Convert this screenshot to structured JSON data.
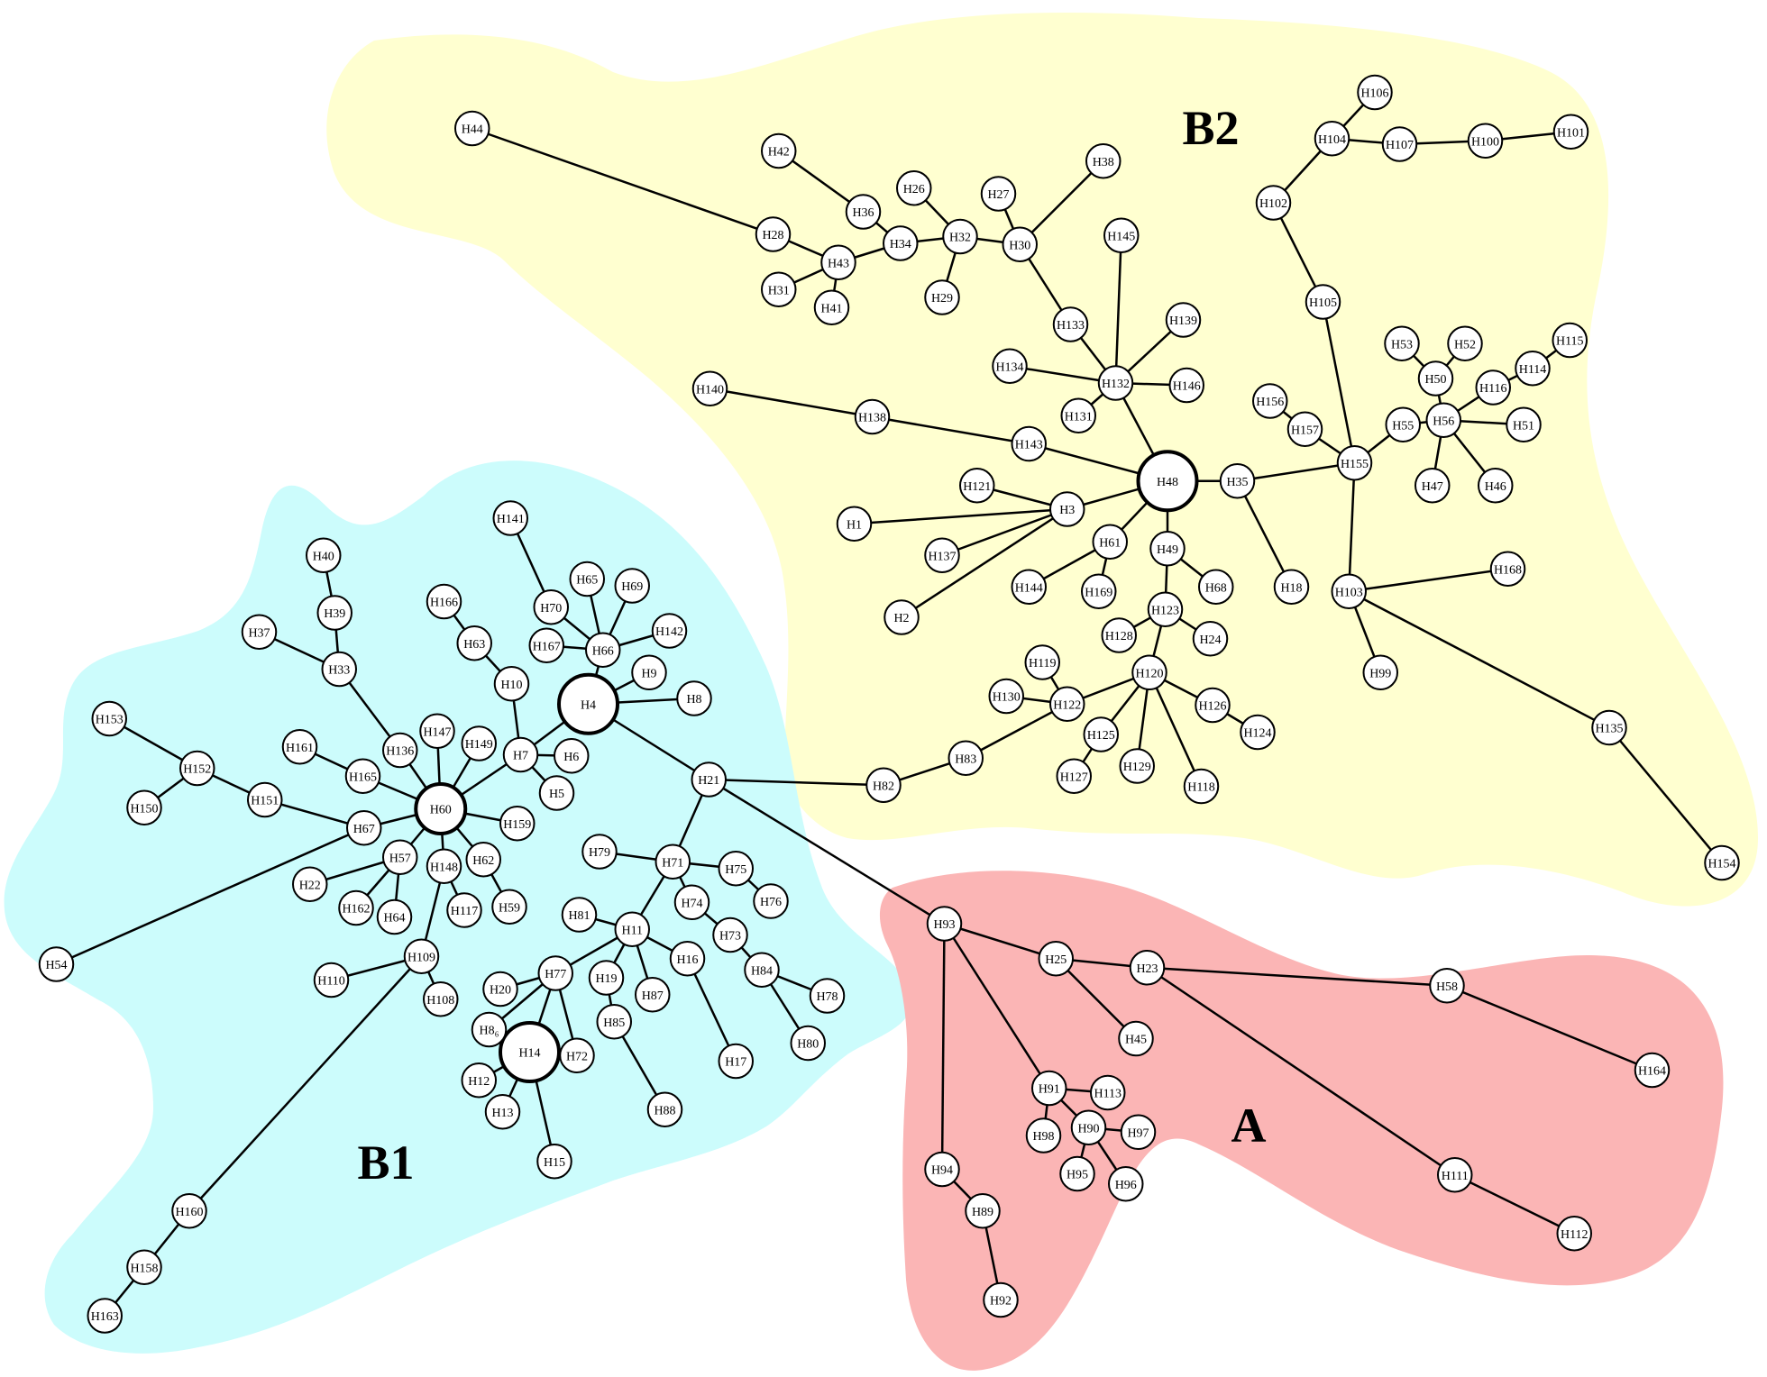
{
  "diagram": {
    "type": "haplotype-network",
    "clusters": [
      {
        "id": "B2",
        "label": "B2",
        "color": "#ffffd0"
      },
      {
        "id": "B1",
        "label": "B1",
        "color": "#ccfcfc"
      },
      {
        "id": "A",
        "label": "A",
        "color": "#fbb5b5"
      }
    ],
    "nodes": [
      {
        "id": "H1",
        "label": "H1"
      },
      {
        "id": "H2",
        "label": "H2"
      },
      {
        "id": "H3",
        "label": "H3"
      },
      {
        "id": "H4",
        "label": "H4"
      },
      {
        "id": "H5",
        "label": "H5"
      },
      {
        "id": "H6",
        "label": "H6"
      },
      {
        "id": "H7",
        "label": "H7"
      },
      {
        "id": "H8",
        "label": "H8"
      },
      {
        "id": "H9",
        "label": "H9"
      },
      {
        "id": "H10",
        "label": "H10"
      },
      {
        "id": "H11",
        "label": "H11"
      },
      {
        "id": "H12",
        "label": "H12"
      },
      {
        "id": "H13",
        "label": "H13"
      },
      {
        "id": "H14",
        "label": "H14"
      },
      {
        "id": "H15",
        "label": "H15"
      },
      {
        "id": "H16",
        "label": "H16"
      },
      {
        "id": "H17",
        "label": "H17"
      },
      {
        "id": "H18",
        "label": "H18"
      },
      {
        "id": "H19",
        "label": "H19"
      },
      {
        "id": "H20",
        "label": "H20"
      },
      {
        "id": "H21",
        "label": "H21"
      },
      {
        "id": "H22",
        "label": "H22"
      },
      {
        "id": "H23",
        "label": "H23"
      },
      {
        "id": "H24",
        "label": "H24"
      },
      {
        "id": "H25",
        "label": "H25"
      },
      {
        "id": "H26",
        "label": "H26"
      },
      {
        "id": "H27",
        "label": "H27"
      },
      {
        "id": "H28",
        "label": "H28"
      },
      {
        "id": "H29",
        "label": "H29"
      },
      {
        "id": "H30",
        "label": "H30"
      },
      {
        "id": "H31",
        "label": "H31"
      },
      {
        "id": "H32",
        "label": "H32"
      },
      {
        "id": "H33",
        "label": "H33"
      },
      {
        "id": "H34",
        "label": "H34"
      },
      {
        "id": "H35",
        "label": "H35"
      },
      {
        "id": "H36",
        "label": "H36"
      },
      {
        "id": "H37",
        "label": "H37"
      },
      {
        "id": "H38",
        "label": "H38"
      },
      {
        "id": "H39",
        "label": "H39"
      },
      {
        "id": "H40",
        "label": "H40"
      },
      {
        "id": "H41",
        "label": "H41"
      },
      {
        "id": "H42",
        "label": "H42"
      },
      {
        "id": "H43",
        "label": "H43"
      },
      {
        "id": "H44",
        "label": "H44"
      },
      {
        "id": "H45",
        "label": "H45"
      },
      {
        "id": "H46",
        "label": "H46"
      },
      {
        "id": "H47",
        "label": "H47"
      },
      {
        "id": "H48",
        "label": "H48"
      },
      {
        "id": "H49",
        "label": "H49"
      },
      {
        "id": "H50",
        "label": "H50"
      },
      {
        "id": "H51",
        "label": "H51"
      },
      {
        "id": "H52",
        "label": "H52"
      },
      {
        "id": "H53",
        "label": "H53"
      },
      {
        "id": "H54",
        "label": "H54"
      },
      {
        "id": "H55",
        "label": "H55"
      },
      {
        "id": "H56",
        "label": "H56"
      },
      {
        "id": "H57",
        "label": "H57"
      },
      {
        "id": "H58",
        "label": "H58"
      },
      {
        "id": "H59",
        "label": "H59"
      },
      {
        "id": "H60",
        "label": "H60"
      },
      {
        "id": "H61",
        "label": "H61"
      },
      {
        "id": "H62",
        "label": "H62"
      },
      {
        "id": "H63",
        "label": "H63"
      },
      {
        "id": "H64",
        "label": "H64"
      },
      {
        "id": "H65",
        "label": "H65"
      },
      {
        "id": "H66",
        "label": "H66"
      },
      {
        "id": "H67",
        "label": "H67"
      },
      {
        "id": "H68",
        "label": "H68"
      },
      {
        "id": "H69",
        "label": "H69"
      },
      {
        "id": "H70",
        "label": "H70"
      },
      {
        "id": "H71",
        "label": "H71"
      },
      {
        "id": "H72",
        "label": "H72"
      },
      {
        "id": "H73",
        "label": "H73"
      },
      {
        "id": "H74",
        "label": "H74"
      },
      {
        "id": "H75",
        "label": "H75"
      },
      {
        "id": "H76",
        "label": "H76"
      },
      {
        "id": "H77",
        "label": "H77"
      },
      {
        "id": "H78",
        "label": "H78"
      },
      {
        "id": "H79",
        "label": "H79"
      },
      {
        "id": "H80",
        "label": "H80"
      },
      {
        "id": "H81",
        "label": "H81"
      },
      {
        "id": "H82",
        "label": "H82"
      },
      {
        "id": "H83",
        "label": "H83"
      },
      {
        "id": "H84",
        "label": "H84"
      },
      {
        "id": "H85",
        "label": "H85"
      },
      {
        "id": "H86",
        "label": "H8₆"
      },
      {
        "id": "H87",
        "label": "H87"
      },
      {
        "id": "H88",
        "label": "H88"
      },
      {
        "id": "H89",
        "label": "H89"
      },
      {
        "id": "H90",
        "label": "H90"
      },
      {
        "id": "H91",
        "label": "H91"
      },
      {
        "id": "H92",
        "label": "H92"
      },
      {
        "id": "H93",
        "label": "H93"
      },
      {
        "id": "H94",
        "label": "H94"
      },
      {
        "id": "H95",
        "label": "H95"
      },
      {
        "id": "H96",
        "label": "H96"
      },
      {
        "id": "H97",
        "label": "H97"
      },
      {
        "id": "H98",
        "label": "H98"
      },
      {
        "id": "H99",
        "label": "H99"
      },
      {
        "id": "H100",
        "label": "H100"
      },
      {
        "id": "H101",
        "label": "H101"
      },
      {
        "id": "H102",
        "label": "H102"
      },
      {
        "id": "H103",
        "label": "H103"
      },
      {
        "id": "H104",
        "label": "H104"
      },
      {
        "id": "H105",
        "label": "H105"
      },
      {
        "id": "H106",
        "label": "H106"
      },
      {
        "id": "H107",
        "label": "H107"
      },
      {
        "id": "H108",
        "label": "H108"
      },
      {
        "id": "H109",
        "label": "H109"
      },
      {
        "id": "H110",
        "label": "H110"
      },
      {
        "id": "H111",
        "label": "H111"
      },
      {
        "id": "H112",
        "label": "H112"
      },
      {
        "id": "H113",
        "label": "H113"
      },
      {
        "id": "H114",
        "label": "H114"
      },
      {
        "id": "H115",
        "label": "H115"
      },
      {
        "id": "H116",
        "label": "H116"
      },
      {
        "id": "H117",
        "label": "H117"
      },
      {
        "id": "H118",
        "label": "H118"
      },
      {
        "id": "H119",
        "label": "H119"
      },
      {
        "id": "H120",
        "label": "H120"
      },
      {
        "id": "H121",
        "label": "H121"
      },
      {
        "id": "H122",
        "label": "H122"
      },
      {
        "id": "H123",
        "label": "H123"
      },
      {
        "id": "H124",
        "label": "H124"
      },
      {
        "id": "H125",
        "label": "H125"
      },
      {
        "id": "H126",
        "label": "H126"
      },
      {
        "id": "H127",
        "label": "H127"
      },
      {
        "id": "H128",
        "label": "H128"
      },
      {
        "id": "H129",
        "label": "H129"
      },
      {
        "id": "H130",
        "label": "H130"
      },
      {
        "id": "H131",
        "label": "H131"
      },
      {
        "id": "H132",
        "label": "H132"
      },
      {
        "id": "H133",
        "label": "H133"
      },
      {
        "id": "H134",
        "label": "H134"
      },
      {
        "id": "H135",
        "label": "H135"
      },
      {
        "id": "H136",
        "label": "H136"
      },
      {
        "id": "H137",
        "label": "H137"
      },
      {
        "id": "H138",
        "label": "H138"
      },
      {
        "id": "H139",
        "label": "H139"
      },
      {
        "id": "H140",
        "label": "H140"
      },
      {
        "id": "H141",
        "label": "H141"
      },
      {
        "id": "H142",
        "label": "H142"
      },
      {
        "id": "H143",
        "label": "H143"
      },
      {
        "id": "H144",
        "label": "H144"
      },
      {
        "id": "H145",
        "label": "H145"
      },
      {
        "id": "H146",
        "label": "H146"
      },
      {
        "id": "H147",
        "label": "H147"
      },
      {
        "id": "H148",
        "label": "H148"
      },
      {
        "id": "H149",
        "label": "H149"
      },
      {
        "id": "H150",
        "label": "H150"
      },
      {
        "id": "H151",
        "label": "H151"
      },
      {
        "id": "H152",
        "label": "H152"
      },
      {
        "id": "H153",
        "label": "H153"
      },
      {
        "id": "H154",
        "label": "H154"
      },
      {
        "id": "H155",
        "label": "H155"
      },
      {
        "id": "H156",
        "label": "H156"
      },
      {
        "id": "H157",
        "label": "H157"
      },
      {
        "id": "H158",
        "label": "H158"
      },
      {
        "id": "H159",
        "label": "H159"
      },
      {
        "id": "H160",
        "label": "H160"
      },
      {
        "id": "H161",
        "label": "H161"
      },
      {
        "id": "H162",
        "label": "H162"
      },
      {
        "id": "H163",
        "label": "H163"
      },
      {
        "id": "H164",
        "label": "H164"
      },
      {
        "id": "H165",
        "label": "H165"
      },
      {
        "id": "H166",
        "label": "H166"
      },
      {
        "id": "H167",
        "label": "H167"
      },
      {
        "id": "H168",
        "label": "H168"
      },
      {
        "id": "H169",
        "label": "H169"
      }
    ],
    "edges": [
      [
        "H44",
        "H28"
      ],
      [
        "H28",
        "H43"
      ],
      [
        "H43",
        "H31"
      ],
      [
        "H43",
        "H41"
      ],
      [
        "H43",
        "H34"
      ],
      [
        "H42",
        "H36"
      ],
      [
        "H36",
        "H34"
      ],
      [
        "H34",
        "H32"
      ],
      [
        "H26",
        "H32"
      ],
      [
        "H32",
        "H29"
      ],
      [
        "H32",
        "H30"
      ],
      [
        "H27",
        "H30"
      ],
      [
        "H38",
        "H30"
      ],
      [
        "H30",
        "H133"
      ],
      [
        "H133",
        "H132"
      ],
      [
        "H145",
        "H132"
      ],
      [
        "H139",
        "H132"
      ],
      [
        "H134",
        "H132"
      ],
      [
        "H146",
        "H132"
      ],
      [
        "H131",
        "H132"
      ],
      [
        "H132",
        "H48"
      ],
      [
        "H140",
        "H138"
      ],
      [
        "H138",
        "H143"
      ],
      [
        "H143",
        "H48"
      ],
      [
        "H48",
        "H3"
      ],
      [
        "H121",
        "H3"
      ],
      [
        "H1",
        "H3"
      ],
      [
        "H137",
        "H3"
      ],
      [
        "H2",
        "H3"
      ],
      [
        "H48",
        "H61"
      ],
      [
        "H61",
        "H144"
      ],
      [
        "H61",
        "H169"
      ],
      [
        "H48",
        "H49"
      ],
      [
        "H49",
        "H68"
      ],
      [
        "H49",
        "H123"
      ],
      [
        "H123",
        "H128"
      ],
      [
        "H123",
        "H24"
      ],
      [
        "H123",
        "H120"
      ],
      [
        "H120",
        "H122"
      ],
      [
        "H119",
        "H122"
      ],
      [
        "H130",
        "H122"
      ],
      [
        "H122",
        "H83"
      ],
      [
        "H83",
        "H82"
      ],
      [
        "H82",
        "H21"
      ],
      [
        "H120",
        "H125"
      ],
      [
        "H125",
        "H127"
      ],
      [
        "H120",
        "H129"
      ],
      [
        "H120",
        "H118"
      ],
      [
        "H120",
        "H126"
      ],
      [
        "H126",
        "H124"
      ],
      [
        "H48",
        "H35"
      ],
      [
        "H35",
        "H18"
      ],
      [
        "H35",
        "H155"
      ],
      [
        "H156",
        "H157"
      ],
      [
        "H157",
        "H155"
      ],
      [
        "H155",
        "H55"
      ],
      [
        "H55",
        "H56"
      ],
      [
        "H56",
        "H50"
      ],
      [
        "H50",
        "H53"
      ],
      [
        "H50",
        "H52"
      ],
      [
        "H56",
        "H116"
      ],
      [
        "H116",
        "H114"
      ],
      [
        "H114",
        "H115"
      ],
      [
        "H56",
        "H51"
      ],
      [
        "H56",
        "H47"
      ],
      [
        "H56",
        "H46"
      ],
      [
        "H155",
        "H105"
      ],
      [
        "H105",
        "H102"
      ],
      [
        "H102",
        "H104"
      ],
      [
        "H104",
        "H106"
      ],
      [
        "H104",
        "H107"
      ],
      [
        "H107",
        "H100"
      ],
      [
        "H100",
        "H101"
      ],
      [
        "H155",
        "H103"
      ],
      [
        "H103",
        "H168"
      ],
      [
        "H103",
        "H99"
      ],
      [
        "H103",
        "H135"
      ],
      [
        "H135",
        "H154"
      ],
      [
        "H21",
        "H4"
      ],
      [
        "H4",
        "H9"
      ],
      [
        "H4",
        "H8"
      ],
      [
        "H4",
        "H66"
      ],
      [
        "H66",
        "H65"
      ],
      [
        "H66",
        "H69"
      ],
      [
        "H66",
        "H142"
      ],
      [
        "H66",
        "H167"
      ],
      [
        "H66",
        "H70"
      ],
      [
        "H70",
        "H141"
      ],
      [
        "H4",
        "H7"
      ],
      [
        "H7",
        "H6"
      ],
      [
        "H7",
        "H5"
      ],
      [
        "H7",
        "H10"
      ],
      [
        "H10",
        "H63"
      ],
      [
        "H63",
        "H166"
      ],
      [
        "H7",
        "H60"
      ],
      [
        "H60",
        "H136"
      ],
      [
        "H136",
        "H33"
      ],
      [
        "H33",
        "H37"
      ],
      [
        "H33",
        "H39"
      ],
      [
        "H39",
        "H40"
      ],
      [
        "H60",
        "H147"
      ],
      [
        "H60",
        "H149"
      ],
      [
        "H60",
        "H165"
      ],
      [
        "H165",
        "H161"
      ],
      [
        "H60",
        "H67"
      ],
      [
        "H67",
        "H151"
      ],
      [
        "H151",
        "H152"
      ],
      [
        "H152",
        "H153"
      ],
      [
        "H152",
        "H150"
      ],
      [
        "H67",
        "H54"
      ],
      [
        "H60",
        "H159"
      ],
      [
        "H60",
        "H62"
      ],
      [
        "H62",
        "H59"
      ],
      [
        "H60",
        "H57"
      ],
      [
        "H57",
        "H22"
      ],
      [
        "H57",
        "H162"
      ],
      [
        "H57",
        "H64"
      ],
      [
        "H60",
        "H148"
      ],
      [
        "H148",
        "H117"
      ],
      [
        "H148",
        "H109"
      ],
      [
        "H109",
        "H110"
      ],
      [
        "H109",
        "H108"
      ],
      [
        "H109",
        "H160"
      ],
      [
        "H160",
        "H158"
      ],
      [
        "H158",
        "H163"
      ],
      [
        "H21",
        "H71"
      ],
      [
        "H71",
        "H79"
      ],
      [
        "H71",
        "H75"
      ],
      [
        "H75",
        "H76"
      ],
      [
        "H71",
        "H74"
      ],
      [
        "H74",
        "H73"
      ],
      [
        "H73",
        "H84"
      ],
      [
        "H84",
        "H78"
      ],
      [
        "H84",
        "H80"
      ],
      [
        "H71",
        "H11"
      ],
      [
        "H11",
        "H81"
      ],
      [
        "H11",
        "H16"
      ],
      [
        "H16",
        "H17"
      ],
      [
        "H11",
        "H87"
      ],
      [
        "H11",
        "H19"
      ],
      [
        "H19",
        "H85"
      ],
      [
        "H85",
        "H88"
      ],
      [
        "H11",
        "H77"
      ],
      [
        "H77",
        "H20"
      ],
      [
        "H77",
        "H86"
      ],
      [
        "H77",
        "H72"
      ],
      [
        "H77",
        "H14"
      ],
      [
        "H14",
        "H12"
      ],
      [
        "H14",
        "H13"
      ],
      [
        "H14",
        "H15"
      ],
      [
        "H21",
        "H93"
      ],
      [
        "H93",
        "H25"
      ],
      [
        "H25",
        "H45"
      ],
      [
        "H25",
        "H23"
      ],
      [
        "H23",
        "H58"
      ],
      [
        "H58",
        "H164"
      ],
      [
        "H23",
        "H111"
      ],
      [
        "H111",
        "H112"
      ],
      [
        "H93",
        "H91"
      ],
      [
        "H91",
        "H113"
      ],
      [
        "H91",
        "H98"
      ],
      [
        "H91",
        "H90"
      ],
      [
        "H90",
        "H97"
      ],
      [
        "H90",
        "H95"
      ],
      [
        "H90",
        "H96"
      ],
      [
        "H93",
        "H94"
      ],
      [
        "H94",
        "H89"
      ],
      [
        "H89",
        "H92"
      ]
    ]
  }
}
